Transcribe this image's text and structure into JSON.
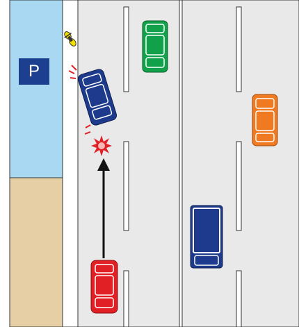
{
  "scene": {
    "parking_sign": {
      "text": "P"
    },
    "colors": {
      "parking_area": "#a9d8f2",
      "dirt_area": "#e6cfa4",
      "sidewalk": "#ffffff",
      "road": "#e9e9e9",
      "lane_line": "#ffffff",
      "outline": "#222222",
      "arrow": "#111111",
      "red_car": "#e12025",
      "blue_car": "#1d3a8c",
      "green_car": "#11a14a",
      "orange_car": "#ef7a22",
      "truck": "#1d3a8c",
      "bicycle": "#f4e000",
      "collision_burst": "#e12025"
    },
    "vehicles": [
      {
        "name": "red-car",
        "type": "car",
        "color": "red",
        "heading": "north"
      },
      {
        "name": "blue-car",
        "type": "car",
        "color": "blue",
        "heading": "north"
      },
      {
        "name": "green-car",
        "type": "car",
        "color": "green",
        "heading": "north"
      },
      {
        "name": "orange-car",
        "type": "car",
        "color": "orange",
        "heading": "south"
      },
      {
        "name": "blue-truck",
        "type": "truck",
        "color": "blue",
        "heading": "south"
      },
      {
        "name": "bicycle",
        "type": "bicycle",
        "color": "yellow"
      }
    ],
    "icons": [
      "collision-burst-icon",
      "motion-arrow-icon",
      "impact-mark-icon",
      "bicycle-icon"
    ]
  }
}
